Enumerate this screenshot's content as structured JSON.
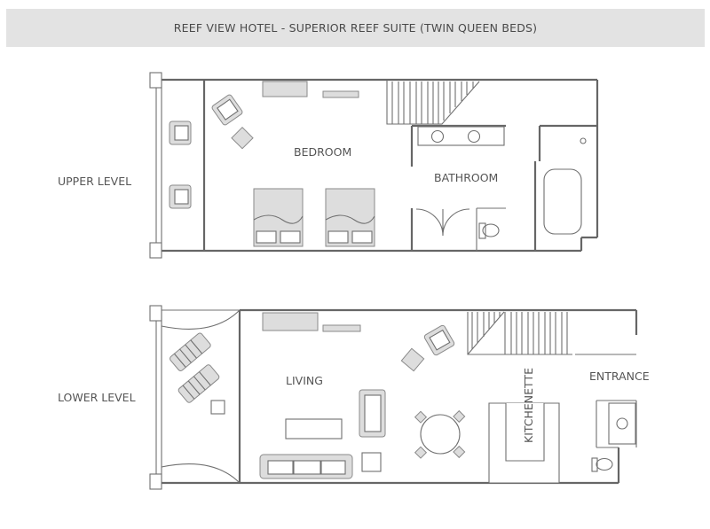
{
  "title": "REEF VIEW HOTEL - SUPERIOR REEF SUITE (TWIN QUEEN BEDS)",
  "levels": {
    "upper": "UPPER LEVEL",
    "lower": "LOWER LEVEL"
  },
  "rooms": {
    "bedroom": "BEDROOM",
    "bathroom": "BATHROOM",
    "living": "LIVING",
    "kitchenette": "KITCHENETTE",
    "entrance": "ENTRANCE"
  }
}
